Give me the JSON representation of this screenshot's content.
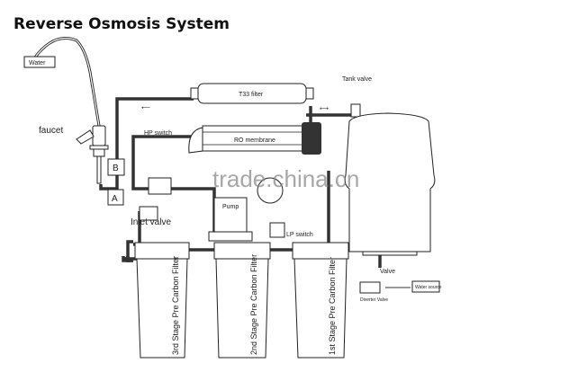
{
  "title": "Reverse Osmosis System",
  "labels": {
    "water": "Water",
    "faucet": "faucet",
    "t33_filter": "T33 filter",
    "tank_valve": "Tank valve",
    "hp_switch": "HP switch",
    "ro_membrane": "RO membrane",
    "marker_b": "B",
    "marker_a": "A",
    "inlet_valve": "Inlet valve",
    "pump": "Pump",
    "lp_switch": "LP switch",
    "filter_3": "3rd Stage Pre Carbon Filter",
    "filter_2": "2nd Stage Pre Carbon Filter",
    "filter_1": "1st Stage Pre Carbon Filter",
    "valve": "Valve",
    "water_source": "Water source",
    "diverter_valve": "Diverter Valve"
  },
  "watermark": "trade.china.cn"
}
